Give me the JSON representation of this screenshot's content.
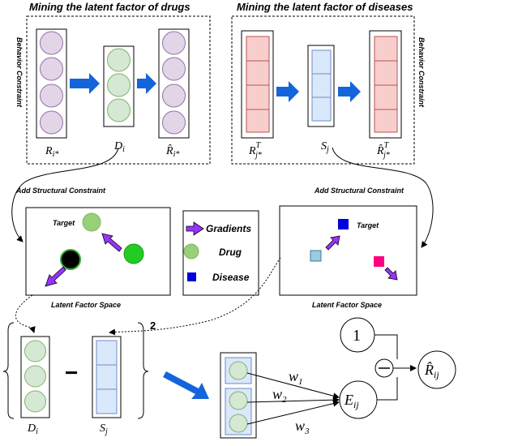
{
  "titles": {
    "drugs": "Mining the latent factor of drugs",
    "diseases": "Mining the latent factor of diseases"
  },
  "side_labels": {
    "left": "Behavior Constraint",
    "right": "Behavior Constraint"
  },
  "constraints": {
    "left": "Add Structural Constraint",
    "right": "Add Structural Constraint"
  },
  "latent_space": {
    "left": "Latent Factor Space",
    "right": "Latent Factor Space",
    "target_left": "Target",
    "target_right": "Target"
  },
  "legend": {
    "gradients": "Gradients",
    "drug": "Drug",
    "disease": "Disease"
  },
  "math": {
    "R_i": "R",
    "R_i_sub": "i*",
    "D_i": "D",
    "D_i_sub": "i",
    "Rhat_i": "R̂",
    "Rhat_i_sub": "i*",
    "R_j": "R",
    "R_j_sup": "T",
    "R_j_sub": "j*",
    "S_j": "S",
    "S_j_sub": "j",
    "Rhat_j": "R̂",
    "Rhat_j_sup": "T",
    "Rhat_j_sub": "j*",
    "norm_exponent": "2",
    "minus": "−",
    "one": "1",
    "E": "E",
    "E_sub": "ij",
    "Rhat_ij": "R̂",
    "Rhat_ij_sub": "ij",
    "w1": "w",
    "w1_sub": "1",
    "w2": "w",
    "w2_sub": "2",
    "w3": "w",
    "w3_sub": "3",
    "D_bottom": "D",
    "D_bottom_sub": "i",
    "S_bottom": "S",
    "S_bottom_sub": "j"
  },
  "colors": {
    "purple_fill": "#e1d5e7",
    "purple_stroke": "#9673a6",
    "green_fill": "#d5e8d4",
    "green_stroke": "#82b366",
    "red_fill": "#f8cecc",
    "red_stroke": "#b85450",
    "blue_fill": "#dae8fc",
    "blue_stroke": "#6c8ebf",
    "arrow_blue": "#1464dc",
    "gradient_purple": "#9933ff",
    "drug_green": "#22cc22",
    "target_green": "#97d077",
    "disease_blue": "#0000dd",
    "disease_pink": "#ff0080"
  }
}
